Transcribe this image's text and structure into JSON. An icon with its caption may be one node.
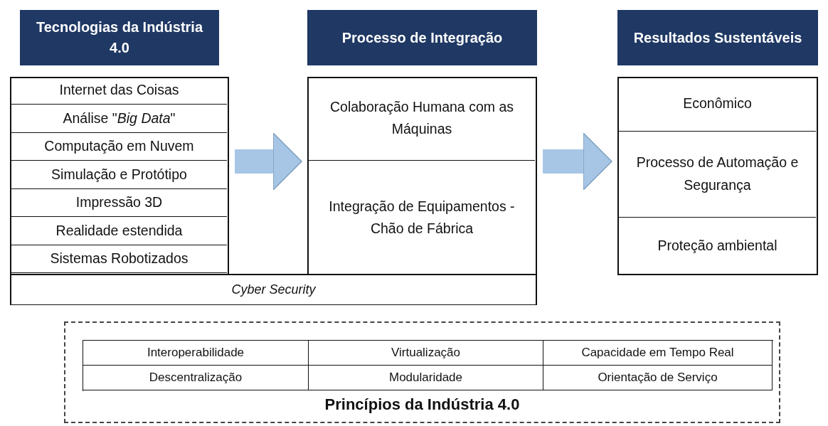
{
  "diagram": {
    "nodes": [
      {
        "text": [
          "Tecnologias da Indústria 4.0"
        ]
      },
      {
        "text": [
          "Internet das Coisas"
        ],
        "in": 0
      },
      {
        "text": [
          "Análise \"*Big Data*\""
        ],
        "in": 0
      },
      {
        "text": [
          "Computação em Nuvem"
        ],
        "in": 0
      },
      {
        "text": [
          "Simulação e Protótipo"
        ],
        "in": 0
      },
      {
        "text": [
          "Impressão 3D"
        ],
        "in": 0
      },
      {
        "text": [
          "Realidade estendida"
        ],
        "in": 0
      },
      {
        "text": [
          "Sistemas Robotizados"
        ],
        "in": 0
      },
      {
        "text": [
          "Cyber Security"
        ]
      },
      {
        "text": [
          "Processo de Integração"
        ]
      },
      {
        "text": [
          "Colaboração Humana com as Máquinas"
        ],
        "in": 9
      },
      {
        "text": [
          "Integração de Equipamentos - Chão de Fábrica"
        ],
        "in": 9
      },
      {
        "text": [
          "Resultados Sustentáveis"
        ]
      },
      {
        "text": [
          "Econômico"
        ],
        "in": 12
      },
      {
        "text": [
          "Processo de Automação e Segurança"
        ],
        "in": 12
      },
      {
        "text": [
          "Proteção ambiental"
        ],
        "in": 12
      },
      {
        "text": [
          "Princípios da Indústria 4.0"
        ]
      },
      {
        "text": [
          "Interoperabilidade"
        ],
        "in": 16
      },
      {
        "text": [
          "Virtualização"
        ],
        "in": 16
      },
      {
        "text": [
          "Capacidade em Tempo Real"
        ],
        "in": 16
      },
      {
        "text": [
          "Descentralização"
        ],
        "in": 16
      },
      {
        "text": [
          "Modularidade"
        ],
        "in": 16
      },
      {
        "text": [
          "Orientação de Serviço"
        ],
        "in": 16
      }
    ],
    "edges": [
      {
        "from": 0,
        "to": 9,
        "arrow": "to"
      },
      {
        "from": 9,
        "to": 12,
        "arrow": "to"
      }
    ]
  }
}
